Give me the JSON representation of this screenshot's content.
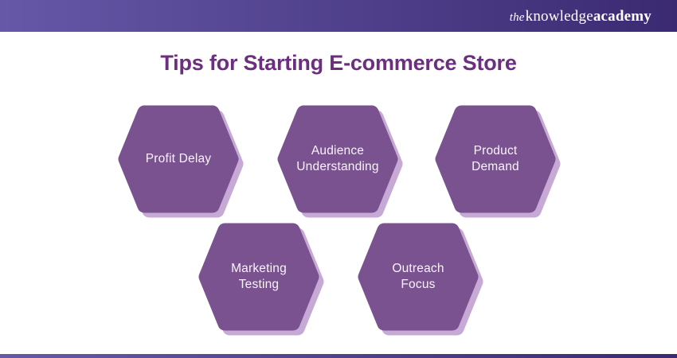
{
  "header": {
    "logo": {
      "part1": "the",
      "part2": "knowledge",
      "part3": "academy"
    }
  },
  "title": "Tips for Starting E-commerce Store",
  "hexagons": [
    {
      "label": "Profit Delay",
      "lines": [
        "Profit Delay"
      ]
    },
    {
      "label": "Audience Understanding",
      "lines": [
        "Audience",
        "Understanding"
      ]
    },
    {
      "label": "Product Demand",
      "lines": [
        "Product",
        "Demand"
      ]
    },
    {
      "label": "Marketing Testing",
      "lines": [
        "Marketing",
        "Testing"
      ]
    },
    {
      "label": "Outreach Focus",
      "lines": [
        "Outreach",
        "Focus"
      ]
    }
  ],
  "colors": {
    "header_gradient_start": "#6658a7",
    "header_gradient_end": "#3b2a72",
    "title": "#6c2e7e",
    "hex_fill": "#7b5290",
    "hex_shadow": "#c6a9d5",
    "hex_text": "#f8f4fa",
    "background": "#ffffff"
  }
}
